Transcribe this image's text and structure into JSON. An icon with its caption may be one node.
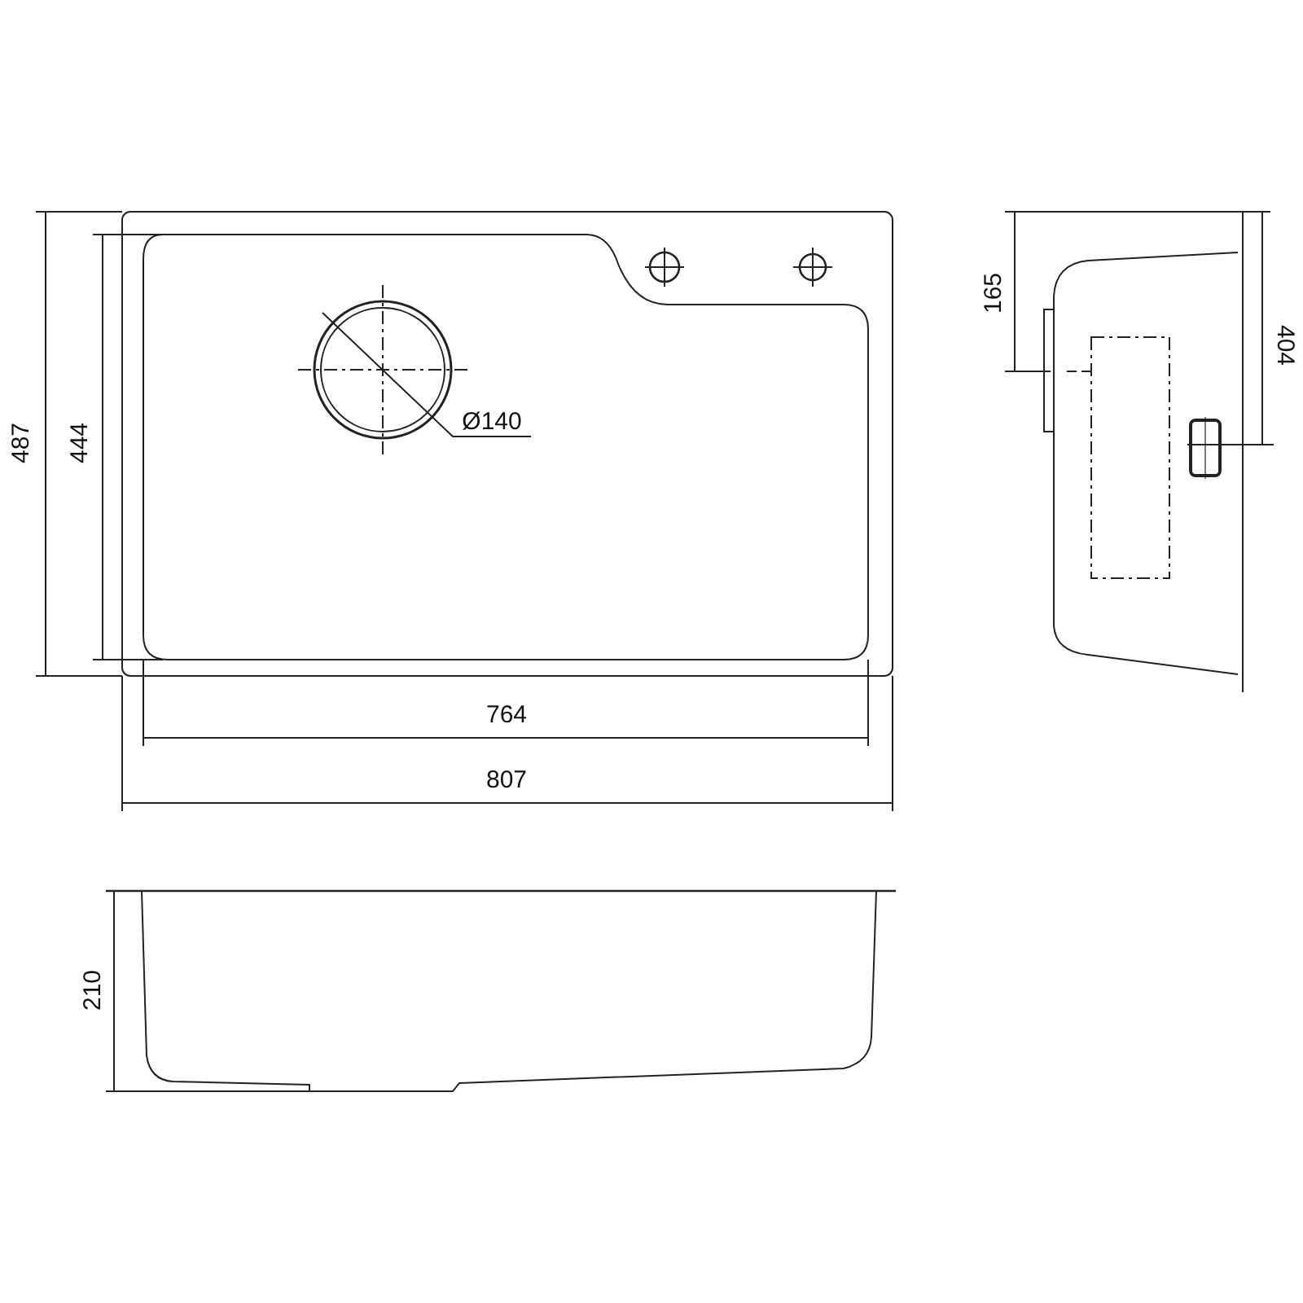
{
  "diagram": {
    "labels": [
      "487",
      "444",
      "Ø140",
      "764",
      "807",
      "165",
      "404",
      "210"
    ]
  }
}
